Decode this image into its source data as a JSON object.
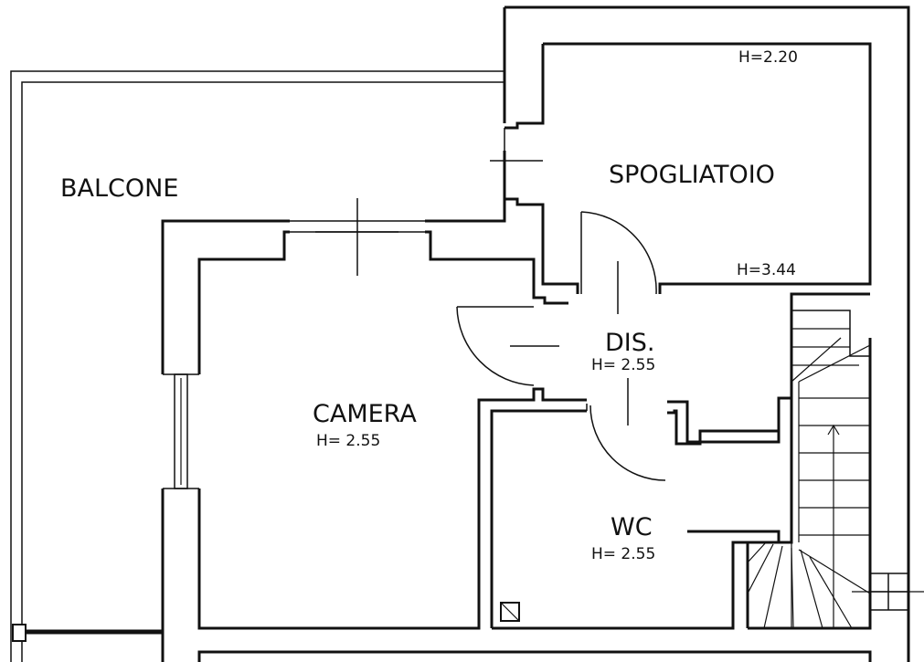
{
  "rooms": {
    "balcone": {
      "name": "BALCONE"
    },
    "spogliatoio": {
      "name": "SPOGLIATOIO",
      "height_top": "H=2.20",
      "height_bottom": "H=3.44"
    },
    "dis": {
      "name": "DIS.",
      "height": "H= 2.55"
    },
    "camera": {
      "name": "CAMERA",
      "height": "H= 2.55"
    },
    "wc": {
      "name": "WC",
      "height": "H= 2.55"
    }
  },
  "colors": {
    "line": "#111111",
    "background": "#ffffff"
  }
}
